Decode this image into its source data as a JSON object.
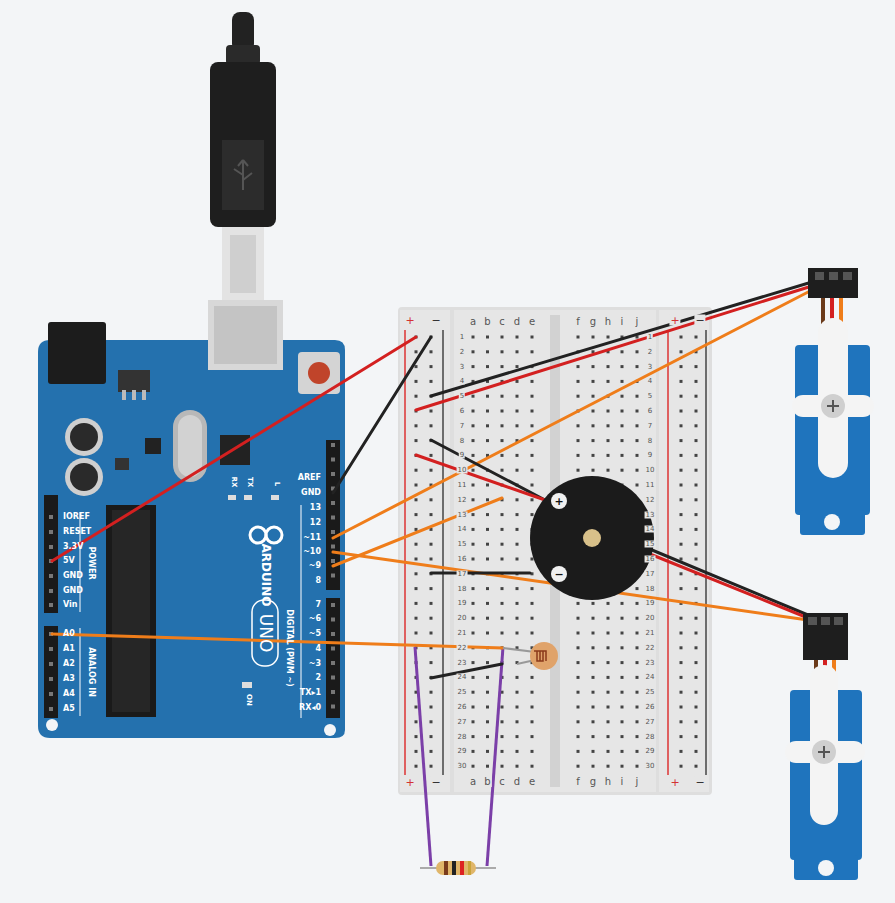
{
  "diagram": {
    "labels": [
      "AREF",
      "GND",
      "13",
      "12",
      "~11",
      "~10",
      "~9",
      "8",
      "7",
      "~6",
      "~5",
      "4",
      "~3",
      "2",
      "TX▸1",
      "RX◂0",
      "DIGITAL (PWM ~)",
      "ARDUINO",
      "UNO",
      "RX",
      "TX",
      "L",
      "ON",
      "IOREF",
      "RESET",
      "3.3V",
      "5V",
      "GND",
      "GND",
      "Vin",
      "POWER",
      "A0",
      "A1",
      "A2",
      "A3",
      "A4",
      "A5",
      "ANALOG IN",
      "a",
      "b",
      "c",
      "d",
      "e",
      "f",
      "g",
      "h",
      "i",
      "j",
      "a",
      "b",
      "c",
      "d",
      "e",
      "f",
      "g",
      "h",
      "i",
      "j",
      "1",
      "2",
      "3",
      "4",
      "5",
      "6",
      "7",
      "8",
      "9",
      "10",
      "11",
      "12",
      "13",
      "14",
      "15",
      "16",
      "17",
      "18",
      "19",
      "20",
      "21",
      "22",
      "23",
      "24",
      "25",
      "26",
      "27",
      "28",
      "29",
      "30",
      "1",
      "2",
      "3",
      "4",
      "5",
      "6",
      "7",
      "8",
      "9",
      "10",
      "11",
      "12",
      "13",
      "14",
      "15",
      "16",
      "17",
      "18",
      "19",
      "20",
      "21",
      "22",
      "23",
      "24",
      "25",
      "26",
      "27",
      "28",
      "29",
      "30",
      "+",
      "−",
      "+",
      "−",
      "+",
      "−",
      "+",
      "−",
      "+",
      "−"
    ]
  }
}
